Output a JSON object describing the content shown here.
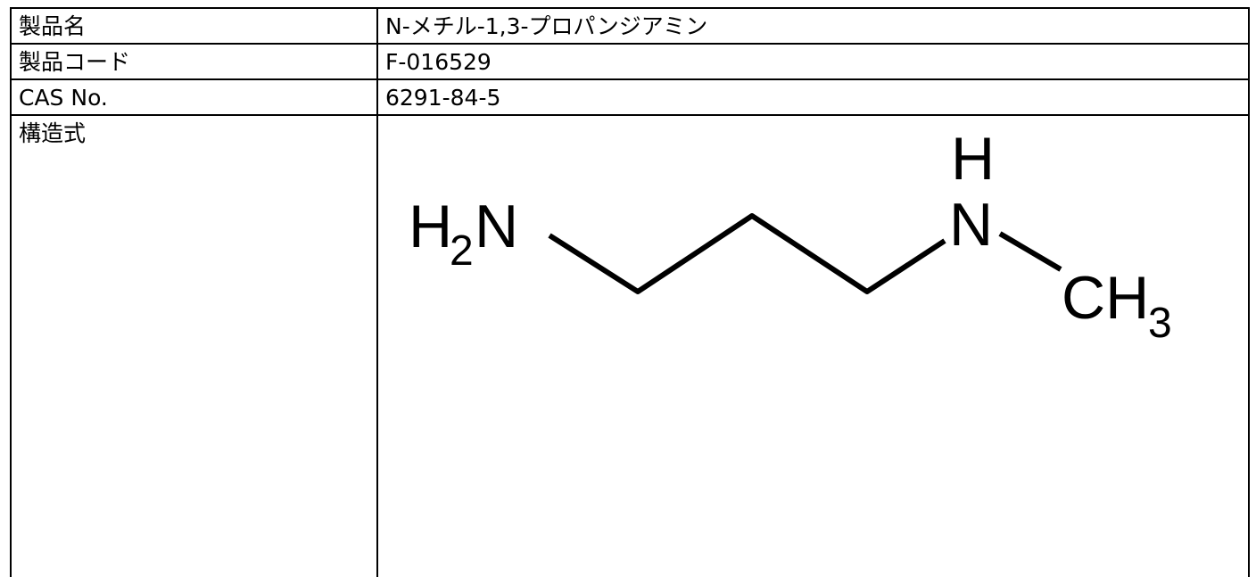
{
  "rows": [
    {
      "label": "製品名",
      "value": "N-メチル-1,3-プロパンジアミン"
    },
    {
      "label": "製品コード",
      "value": "F-016529"
    },
    {
      "label": "CAS No.",
      "value": "6291-84-5"
    }
  ],
  "structure": {
    "label": "構造式",
    "atoms": {
      "amine_h": "H",
      "amine_h_sub": "2",
      "amine_n": "N",
      "mid_h": "H",
      "mid_n": "N",
      "methyl_c": "CH",
      "methyl_sub": "3"
    }
  }
}
